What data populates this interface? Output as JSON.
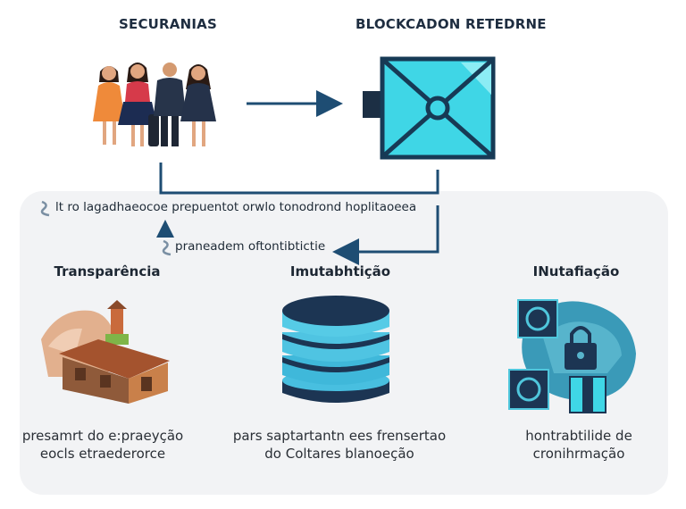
{
  "top": {
    "left_title": "SECURANIAS",
    "right_title": "BLOCKCADON RETEDRNE"
  },
  "flow": {
    "line_1": "lt ro lagadhaeocoe prepuentot orwlo tonodrond hoplitaoeea",
    "line_2": "praneadem oftontibtictie"
  },
  "pillars": [
    {
      "title": "Transparência",
      "caption_1": "presamrt do e:praeyção",
      "caption_2": "eocls etraederorce"
    },
    {
      "title": "Imutabhtição",
      "caption_1": "pars saptartantn ees frensertao",
      "caption_2": "do Coltares blanoeção"
    },
    {
      "title": "INutafiação",
      "caption_1": "hontrabtilide de",
      "caption_2": "cronihrmação"
    }
  ],
  "colors": {
    "line": "#1e4d73",
    "cyan": "#3fd6e6",
    "navy": "#1c3553",
    "panel": "#f2f3f5"
  },
  "icons": {
    "people": "people-group-icon",
    "blockchain": "blockchain-envelope-icon",
    "house": "house-icon",
    "database": "database-stack-icon",
    "security": "security-lock-icon"
  }
}
